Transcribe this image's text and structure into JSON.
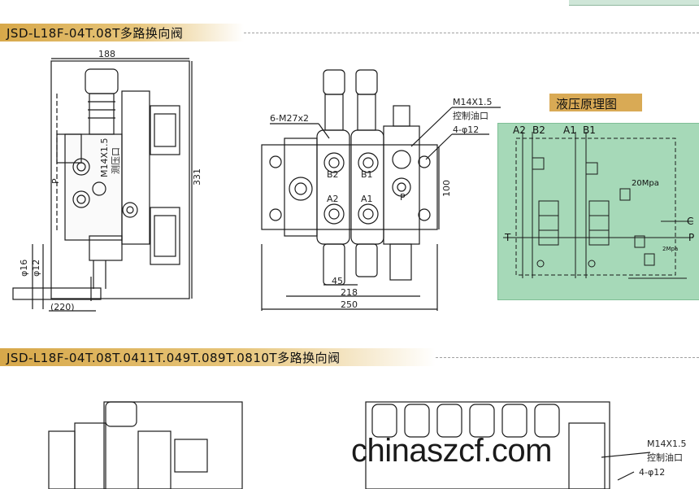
{
  "banner_top": {
    "title": "JSD-L18F-04T.08T多路换向阀"
  },
  "banner_bottom": {
    "title": "JSD-L18F-04T.08T.0411T.049T.089T.0810T多路换向阀"
  },
  "left_view": {
    "dim_width": "188",
    "dim_height": "331",
    "dim_phi16": "φ16",
    "dim_phi12": "φ12",
    "dim_220": "(220)",
    "port_p": "P",
    "side_label": "M14X1.5",
    "side_label2": "测压口"
  },
  "front_view": {
    "callout_thread": "6-M27x2",
    "callout_port": "M14X1.5",
    "callout_port_cn": "控制油口",
    "callout_holes": "4-φ12",
    "dim_100": "100",
    "dim_45": "45",
    "dim_218": "218",
    "dim_250": "250",
    "port_b2": "B2",
    "port_b1": "B1",
    "port_a2": "A2",
    "port_a1": "A1",
    "port_p": "P"
  },
  "schematic": {
    "title": "液压原理图",
    "a2": "A2",
    "b2": "B2",
    "a1": "A1",
    "b1": "B1",
    "pressure_main": "20Mpa",
    "pressure_small": "2Mpa",
    "port_c": "C",
    "port_t": "T",
    "port_p": "P",
    "colors": {
      "bg": "#a6d9b8",
      "title_bg": "#d9aa55"
    }
  },
  "bottom_view": {
    "callout_port": "M14X1.5",
    "callout_port_cn": "控制油口",
    "callout_holes": "4-φ12"
  },
  "watermark": "chinaszcf.com"
}
